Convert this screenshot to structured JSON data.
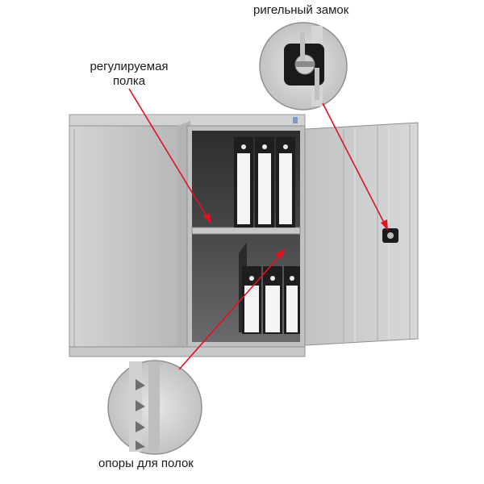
{
  "labels": {
    "lock": "ригельный замок",
    "shelf_line1": "регулируемая",
    "shelf_line2": "полка",
    "supports": "опоры для полок"
  },
  "colors": {
    "cabinet_body": "#c9cbcd",
    "cabinet_shadow": "#a9abad",
    "interior": "#3a3a3c",
    "arrow": "#e0141e",
    "binder_white": "#f4f4f4",
    "binder_black": "#1c1c1e"
  }
}
